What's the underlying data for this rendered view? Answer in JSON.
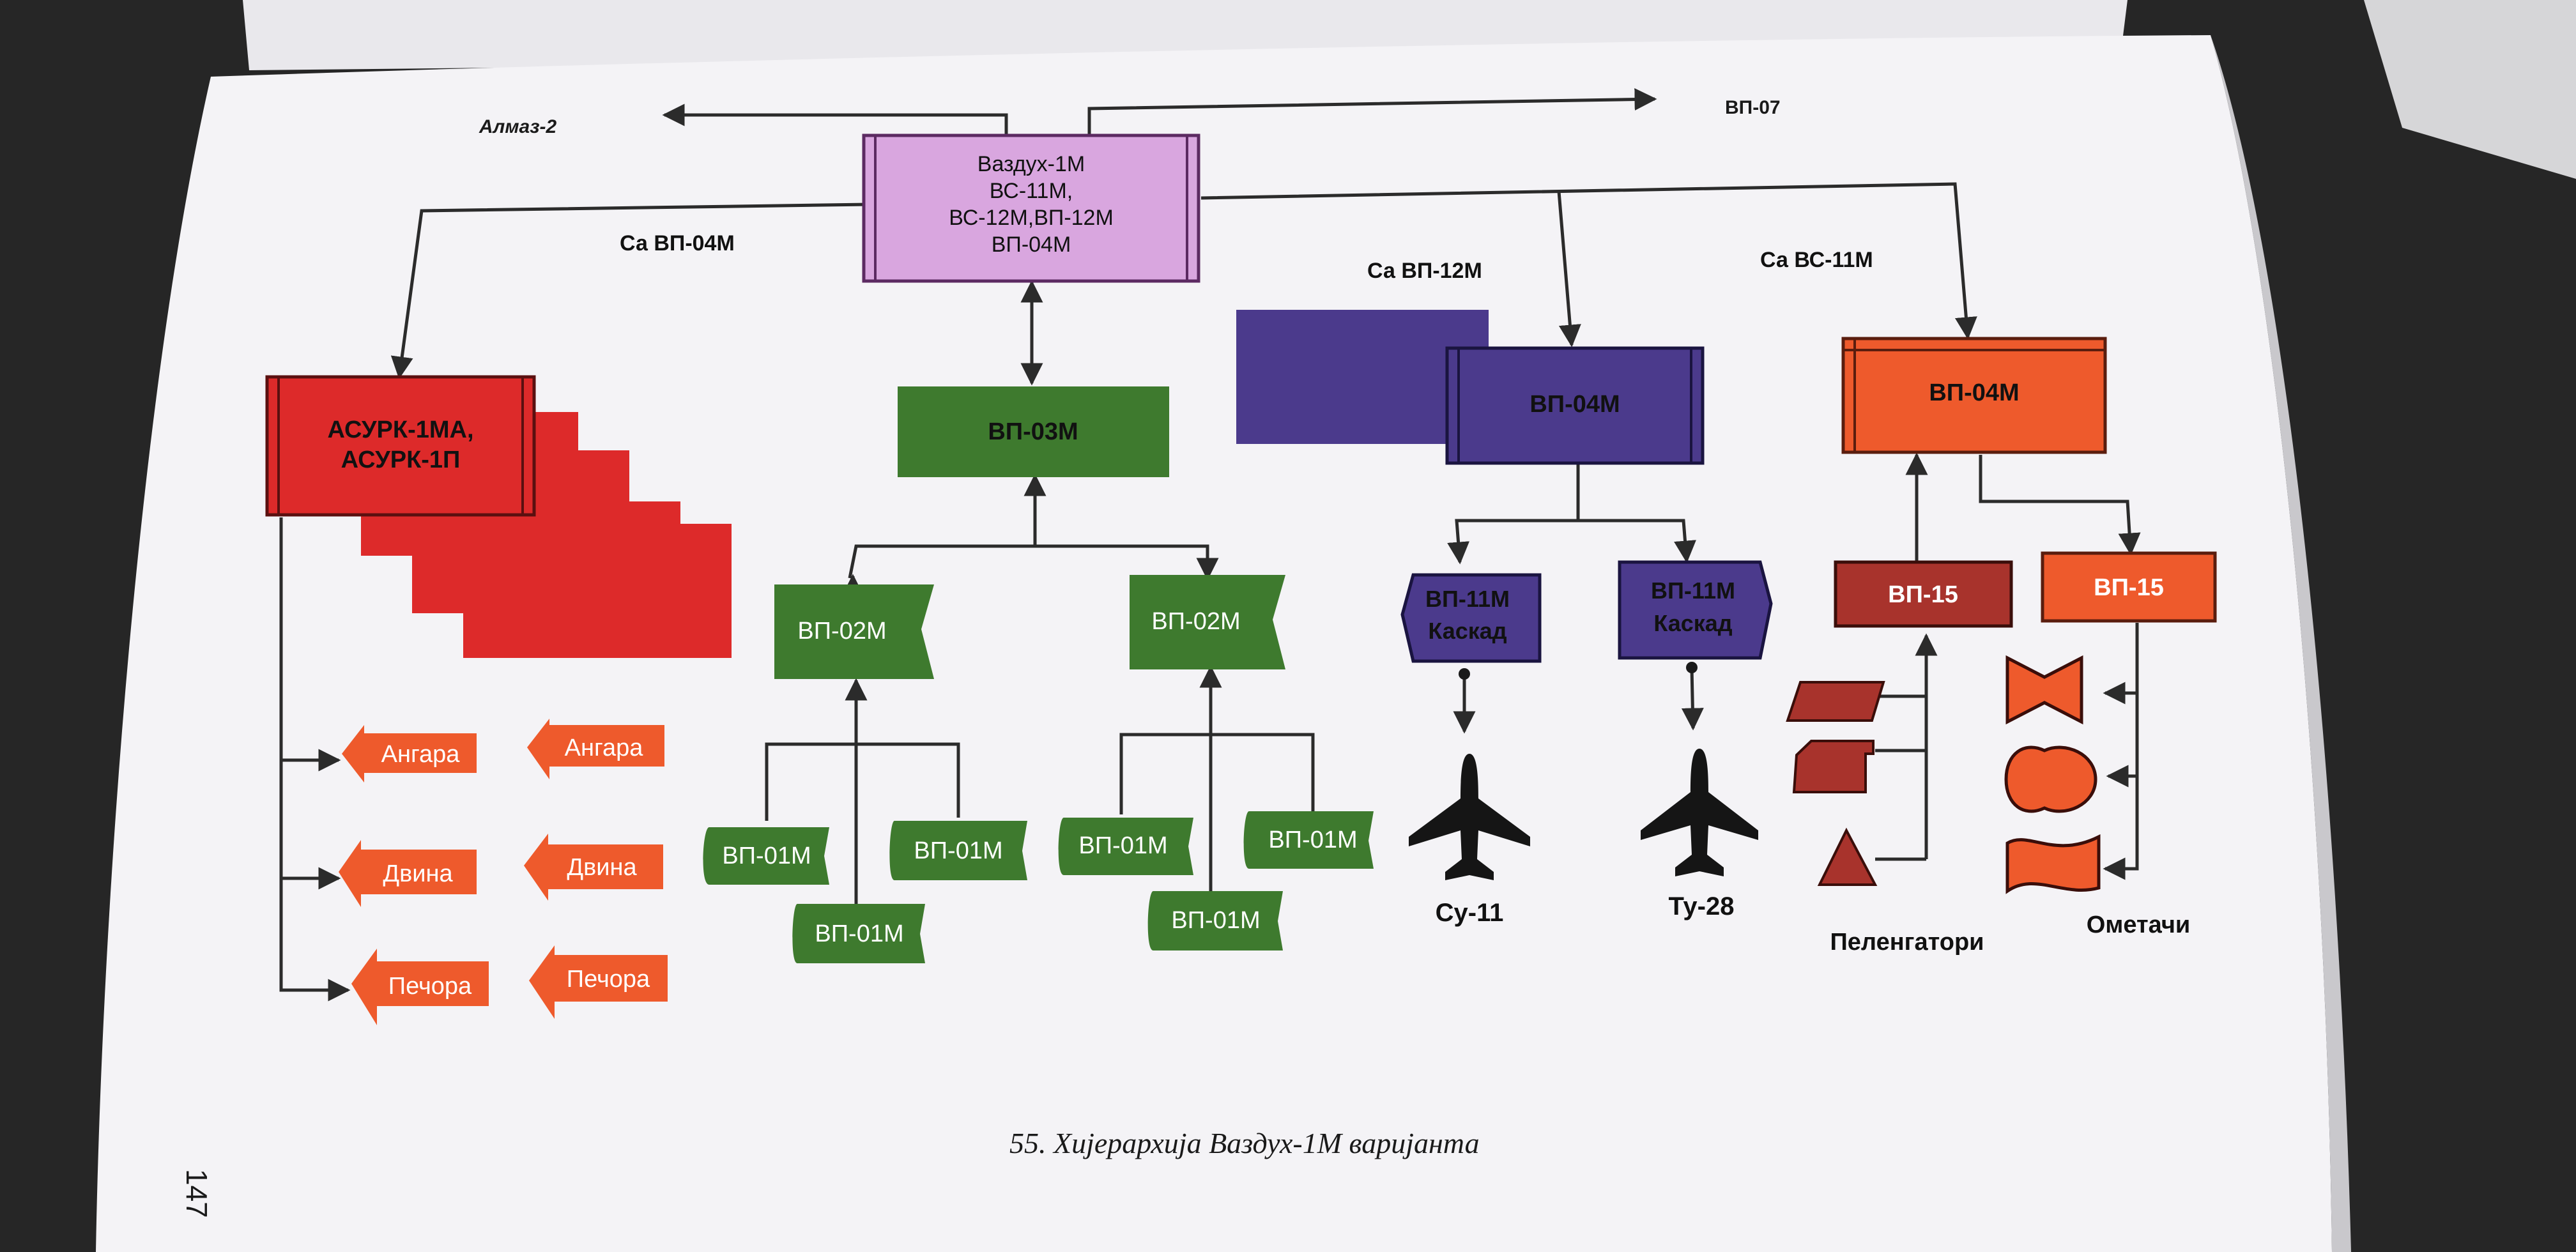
{
  "colors": {
    "pink": "#d9a6df",
    "green": "#3e7a2e",
    "purple": "#4b3a8c",
    "orange": "#ee5a2c",
    "red": "#dd2a2a",
    "dark_red": "#a8332c",
    "paper": "#f4f3f6"
  },
  "top_labels": {
    "left_link": "Алмаз-2",
    "right_link": "ВП-07"
  },
  "root": {
    "lines": [
      "Ваздух-1М",
      "ВС-11М,",
      "ВС-12М,ВП-12М",
      "ВП-04М"
    ]
  },
  "branch_labels": {
    "left": "Са ВП-04М",
    "middle": "Са ВП-12М",
    "right": "Са ВС-11М"
  },
  "red_group": {
    "lines": [
      "АСУРК-1МА,",
      "АСУРК-1П"
    ],
    "left_column": [
      "Ангара",
      "Двина",
      "Печора"
    ],
    "right_column": [
      "Ангара",
      "Двина",
      "Печора"
    ]
  },
  "green_group": {
    "top": "ВП-03М",
    "mid": [
      "ВП-02М",
      "ВП-02М"
    ],
    "leaves": [
      "ВП-01М",
      "ВП-01М",
      "ВП-01М",
      "ВП-01М",
      "ВП-01М",
      "ВП-01М"
    ]
  },
  "purple_group": {
    "top": "ВП-04М",
    "children": [
      {
        "lines": [
          "ВП-11М",
          "Каскад"
        ],
        "aircraft": "Су-11"
      },
      {
        "lines": [
          "ВП-11М",
          "Каскад"
        ],
        "aircraft": "Ту-28"
      }
    ]
  },
  "orange_group": {
    "top": "ВП-04М",
    "left": "ВП-15",
    "right": "ВП-15",
    "left_caption": "Пеленгатори",
    "right_caption": "Ометачи"
  },
  "caption": "55. Хијерархија Ваздух-1М варијанта",
  "page_number": "147"
}
